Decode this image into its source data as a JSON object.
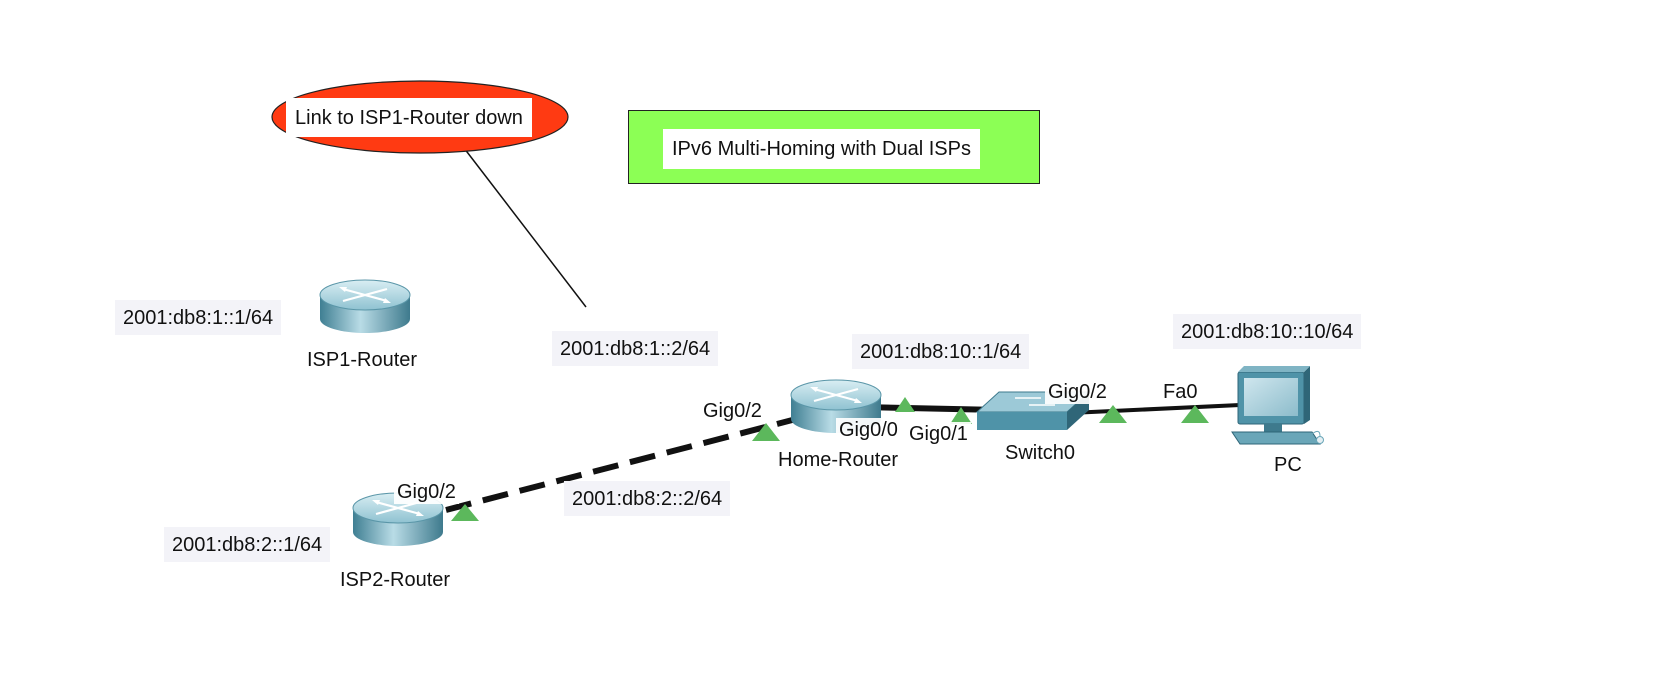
{
  "title": {
    "text": "IPv6 Multi-Homing with Dual ISPs",
    "fill_color": "#8cff55"
  },
  "note": {
    "text": "Link to ISP1-Router down",
    "fill_color": "#ff3a12"
  },
  "devices": {
    "isp1": {
      "name": "ISP1-Router",
      "address": "2001:db8:1::1/64",
      "icon": "router-icon"
    },
    "isp2": {
      "name": "ISP2-Router",
      "address": "2001:db8:2::1/64",
      "icon": "router-icon",
      "port": "Gig0/2"
    },
    "home": {
      "name": "Home-Router",
      "icon": "router-icon",
      "ports": {
        "gig0_2": "Gig0/2",
        "gig0_0": "Gig0/0",
        "gig0_1": "Gig0/1"
      }
    },
    "switch0": {
      "name": "Switch0",
      "icon": "switch-icon",
      "port": "Gig0/2"
    },
    "pc": {
      "name": "PC",
      "address": "2001:db8:10::10/64",
      "icon": "pc-icon",
      "port": "Fa0"
    }
  },
  "link_addresses": {
    "home_isp1": "2001:db8:1::2/64",
    "home_isp2": "2001:db8:2::2/64",
    "home_lan": "2001:db8:10::1/64"
  },
  "colors": {
    "link_up": "#5cb85c",
    "router_body": "#6aa6b8",
    "switch_body": "#4f93a8"
  }
}
